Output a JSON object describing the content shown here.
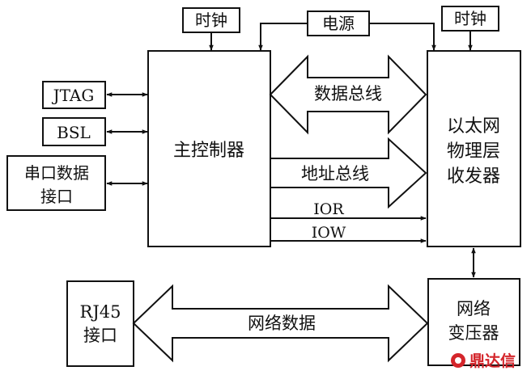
{
  "blocks": {
    "clock_left": "时钟",
    "power": "电源",
    "clock_right": "时钟",
    "jtag": "JTAG",
    "bsl": "BSL",
    "serial_line1": "串口数据",
    "serial_line2": "接口",
    "main_controller": "主控制器",
    "phy_line1": "以太网",
    "phy_line2": "物理层",
    "phy_line3": "收发器",
    "rj45_line1": "RJ45",
    "rj45_line2": "接口",
    "transformer_line1": "网络",
    "transformer_line2": "变压器"
  },
  "buses": {
    "data_bus": "数据总线",
    "address_bus": "地址总线",
    "ior": "IOR",
    "iow": "IOW",
    "network_data": "网络数据"
  },
  "watermark": {
    "text": "鼎达信",
    "color": "#d4252b"
  }
}
